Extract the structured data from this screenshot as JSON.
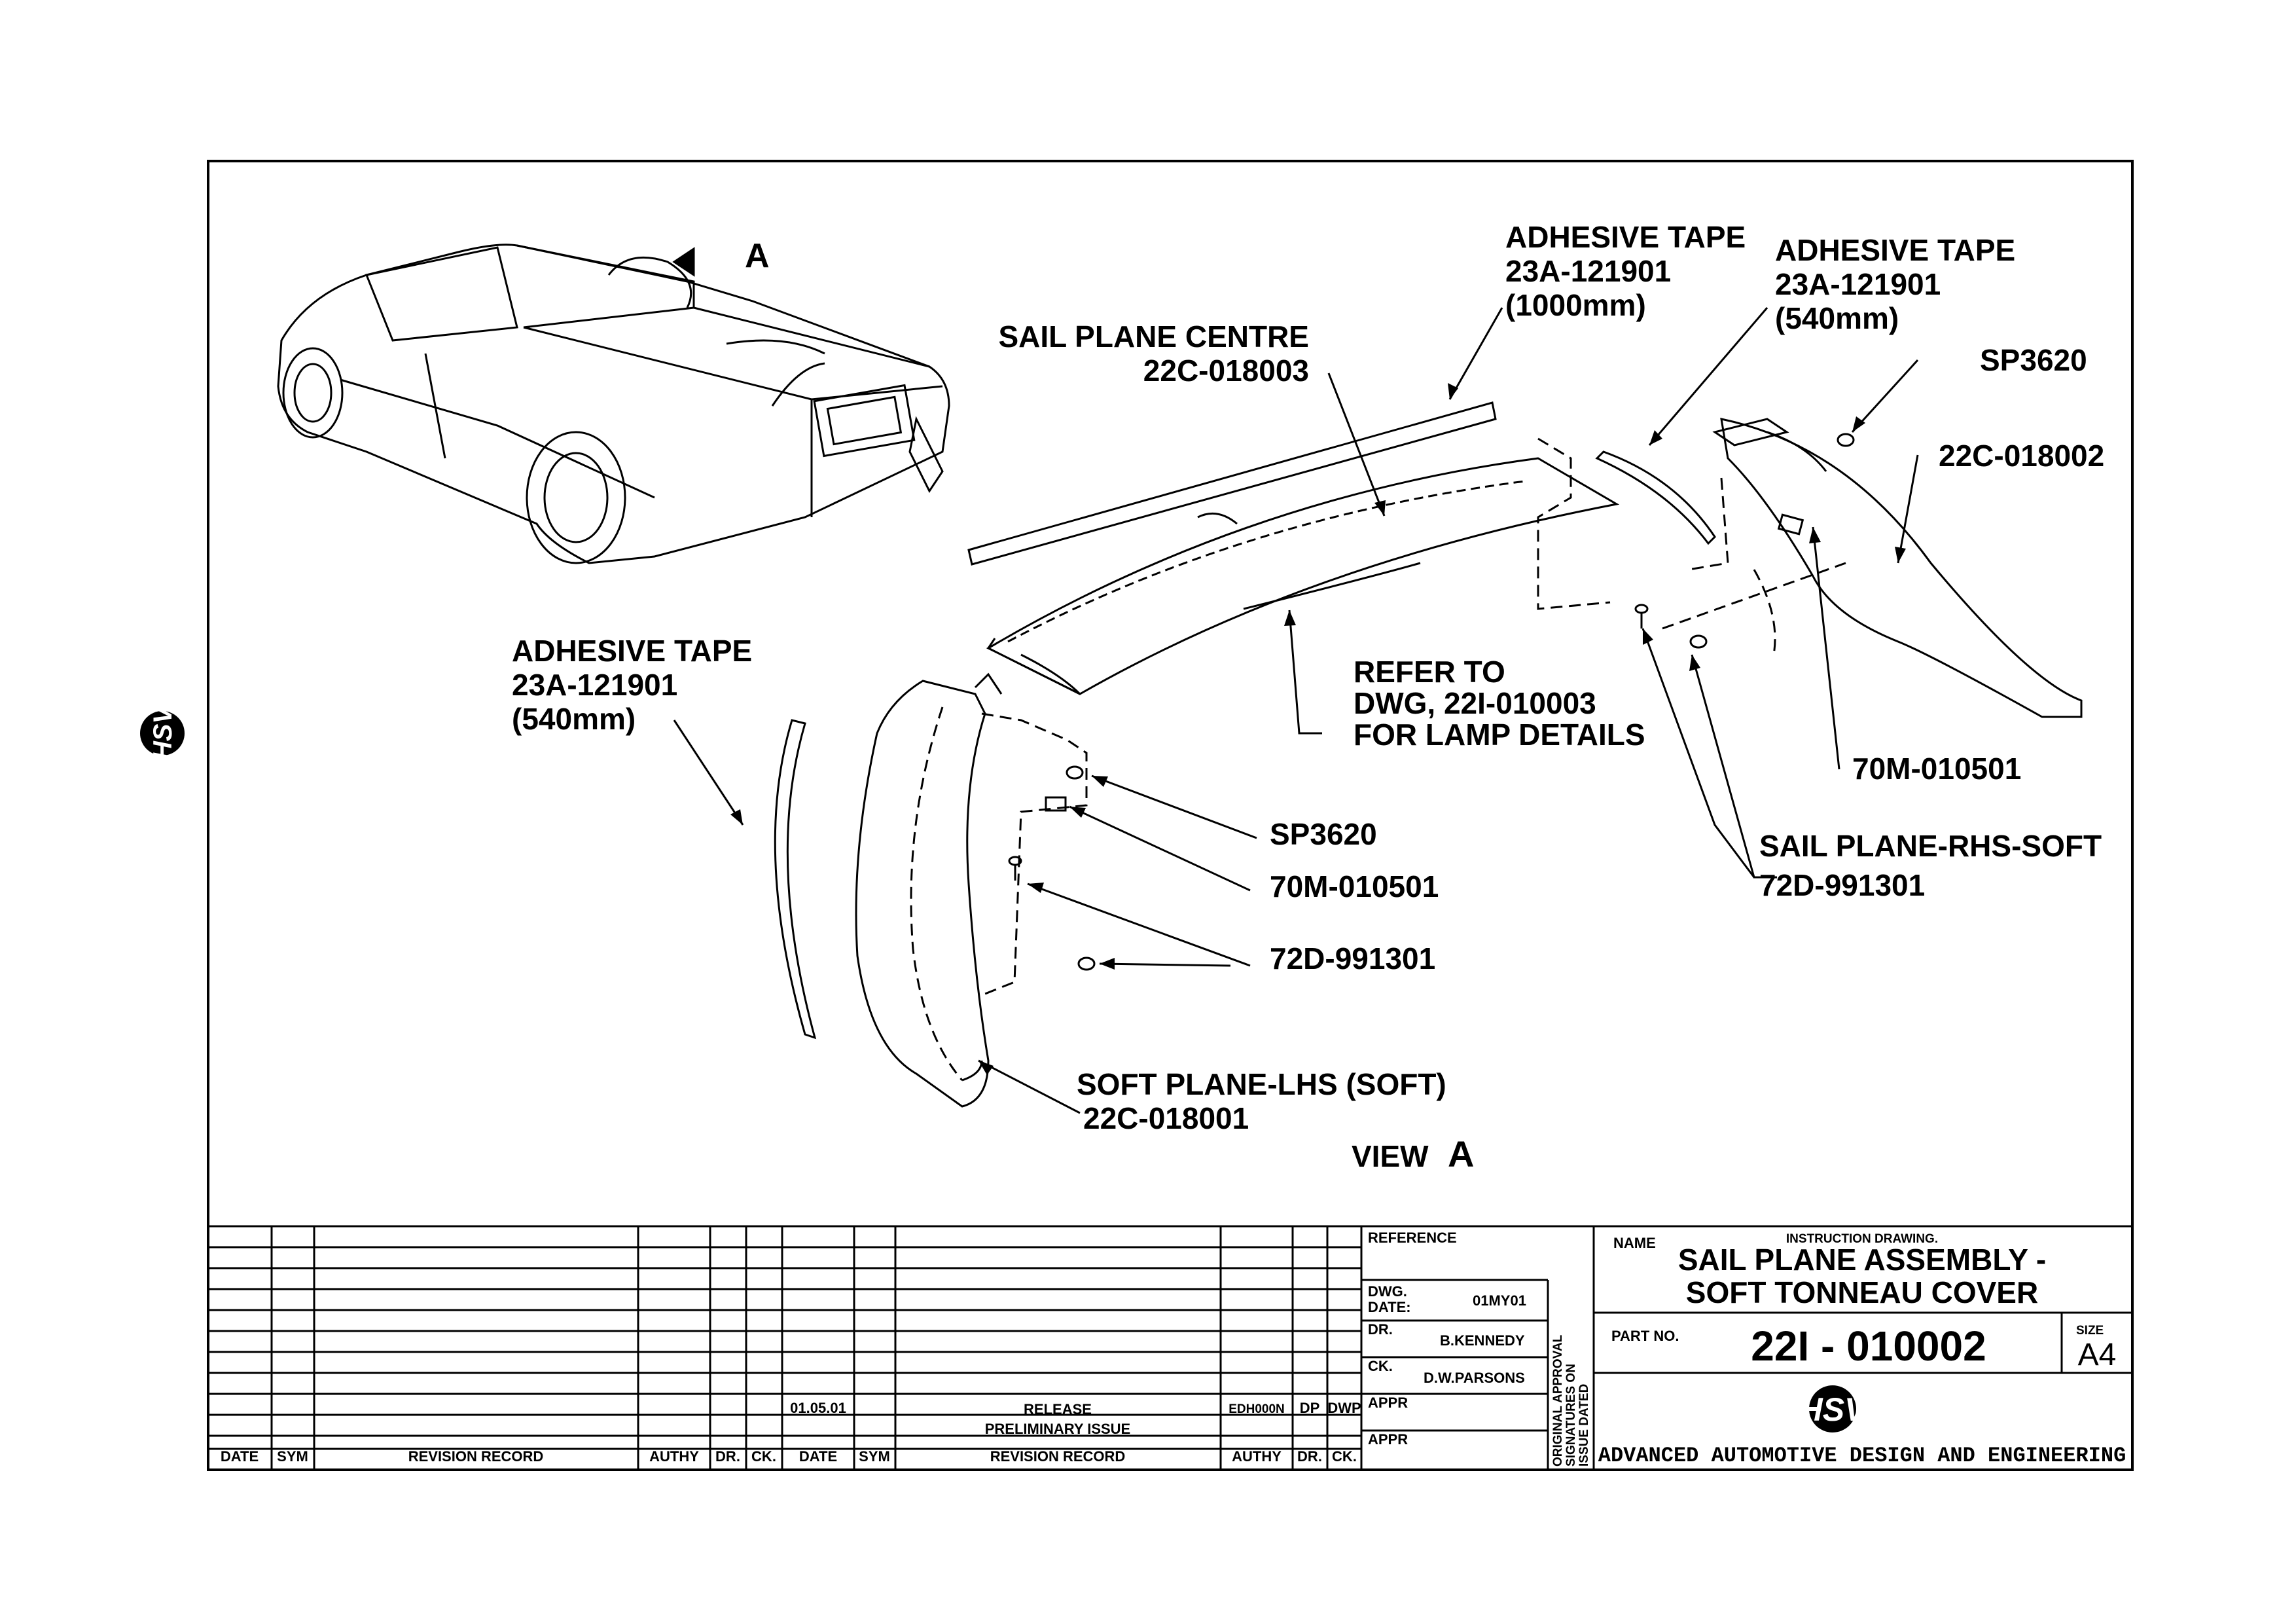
{
  "callouts": {
    "view_a_marker": "A",
    "tape_1000": [
      "ADHESIVE TAPE",
      "23A-121901",
      "(1000mm)"
    ],
    "tape_540_rhs": [
      "ADHESIVE TAPE",
      "23A-121901",
      "(540mm)"
    ],
    "sp3620_rhs": "SP3620",
    "part_22c_018002": "22C-018002",
    "sail_plane_centre": [
      "SAIL PLANE CENTRE",
      "22C-018003"
    ],
    "tape_540_lhs": [
      "ADHESIVE TAPE",
      "23A-121901",
      "(540mm)"
    ],
    "refer_to": [
      "REFER TO",
      "DWG, 22I-010003",
      "FOR LAMP DETAILS"
    ],
    "clip_70m_rhs": "70M-010501",
    "sail_plane_rhs": "SAIL PLANE-RHS-SOFT",
    "screw_72d_rhs": "72D-991301",
    "sp3620_lhs": "SP3620",
    "clip_70m_lhs": "70M-010501",
    "screw_72d_lhs": "72D-991301",
    "soft_plane_lhs": [
      "SOFT PLANE-LHS (SOFT)",
      "22C-018001"
    ],
    "view_a": "VIEW",
    "view_a_letter": "A"
  },
  "side_logo": "HSV",
  "title_block": {
    "revision_headers_left": [
      "DATE",
      "SYM",
      "REVISION RECORD",
      "AUTHY",
      "DR.",
      "CK."
    ],
    "revision_headers_right": [
      "DATE",
      "SYM",
      "REVISION RECORD",
      "AUTHY",
      "DR.",
      "CK."
    ],
    "revision_row": {
      "date": "01.05.01",
      "record": "RELEASE",
      "authy": "EDH000N",
      "dr": "DP",
      "ck": "DWP"
    },
    "preliminary": "PRELIMINARY ISSUE",
    "reference_label": "REFERENCE",
    "dwg_date_label": [
      "DWG.",
      "DATE:"
    ],
    "dwg_date_value": "01MY01",
    "dr_label": "DR.",
    "dr_value": "B.KENNEDY",
    "ck_label": "CK.",
    "ck_value": "D.W.PARSONS",
    "appr_label_1": "APPR",
    "appr_label_2": "APPR",
    "approval_note": [
      "ORIGINAL APPROVAL",
      "SIGNATURES ON",
      "ISSUE DATED"
    ],
    "name_label": "NAME",
    "instruction": "INSTRUCTION DRAWING.",
    "title_line1": "SAIL PLANE ASSEMBLY -",
    "title_line2": "SOFT TONNEAU COVER",
    "part_no_label": "PART NO.",
    "part_no": "22I - 010002",
    "size_label": "SIZE",
    "size_value": "A4",
    "logo": "HSV",
    "company": "ADVANCED AUTOMOTIVE DESIGN AND ENGINEERING"
  }
}
